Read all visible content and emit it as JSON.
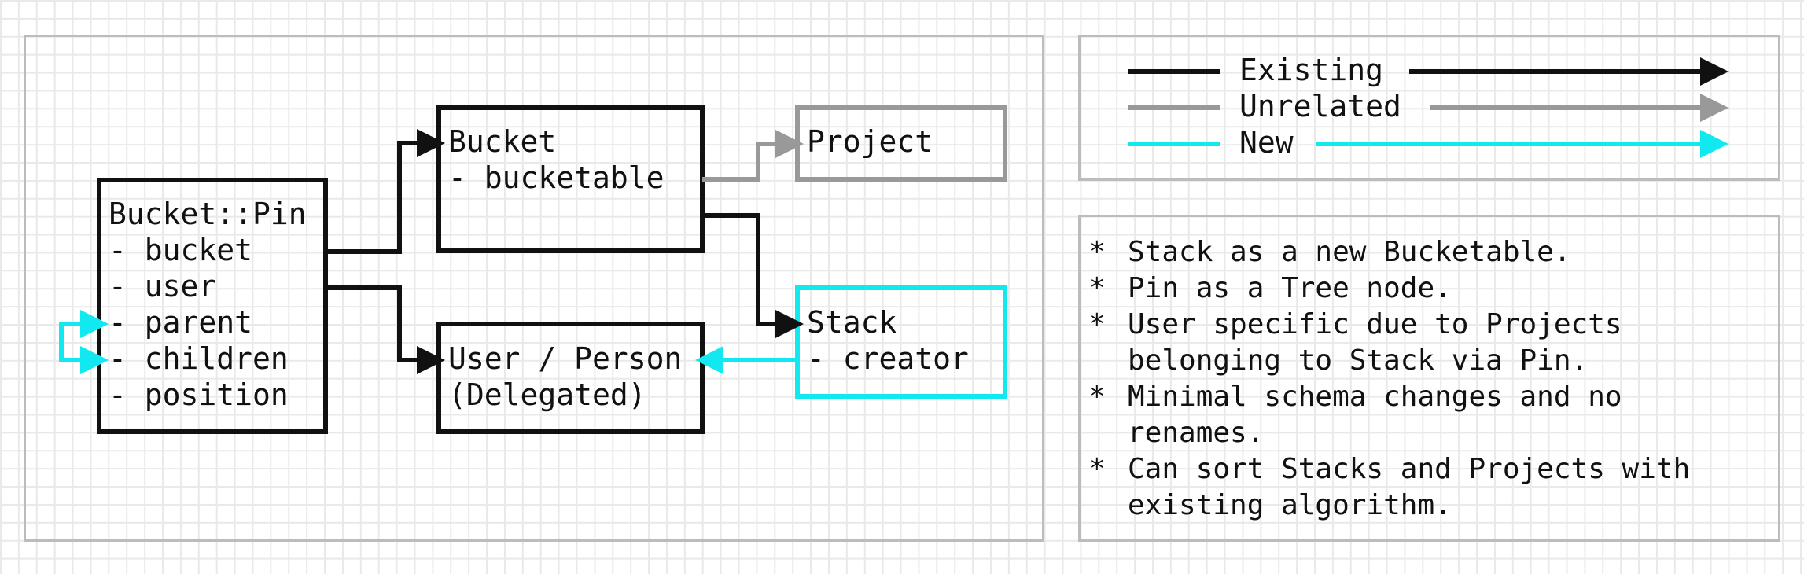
{
  "colors": {
    "existing": "#111111",
    "unrelated": "#999999",
    "new": "#11e8f0",
    "panel_border": "#bcbcbc",
    "grid": "#e9e9e9"
  },
  "nodes": {
    "pin": {
      "lines": [
        "Bucket::Pin",
        "- bucket",
        "- user",
        "- parent",
        "- children",
        "- position"
      ]
    },
    "bucket": {
      "lines": [
        "Bucket",
        "- bucketable"
      ]
    },
    "user": {
      "lines": [
        "User / Person",
        "(Delegated)"
      ]
    },
    "project": {
      "lines": [
        "Project"
      ]
    },
    "stack": {
      "lines": [
        "Stack",
        "- creator"
      ]
    }
  },
  "legend": {
    "existing_label": "Existing",
    "unrelated_label": "Unrelated",
    "new_label": "New"
  },
  "notes": {
    "bullet": "*",
    "items": [
      {
        "lines": [
          "Stack as a new Bucketable."
        ]
      },
      {
        "lines": [
          "Pin as a Tree node."
        ]
      },
      {
        "lines": [
          "User specific due to Projects",
          "belonging to Stack via Pin."
        ]
      },
      {
        "lines": [
          "Minimal schema changes and no",
          "renames."
        ]
      },
      {
        "lines": [
          "Can sort Stacks and Projects with",
          "existing algorithm."
        ]
      }
    ]
  }
}
